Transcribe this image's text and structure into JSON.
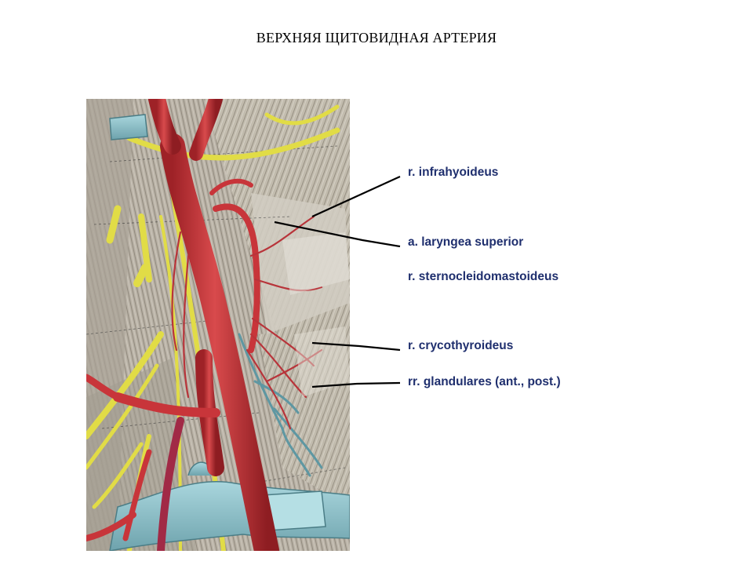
{
  "slide": {
    "title": "ВЕРХНЯЯ ЩИТОВИДНАЯ АРТЕРИЯ"
  },
  "labels": [
    {
      "text": "r. infrahyoideus"
    },
    {
      "text": "a. laryngea superior"
    },
    {
      "text": "r. sternocleidomastoideus"
    },
    {
      "text": "r. crycothyroideus"
    },
    {
      "text": "rr. glandulares (ant., post.)"
    }
  ],
  "colors": {
    "artery": "#c8353a",
    "vein": "#8fc3cc",
    "nerve": "#e4e04a",
    "muscle": "#b7b0a3",
    "label_text": "#1f2f6e"
  }
}
